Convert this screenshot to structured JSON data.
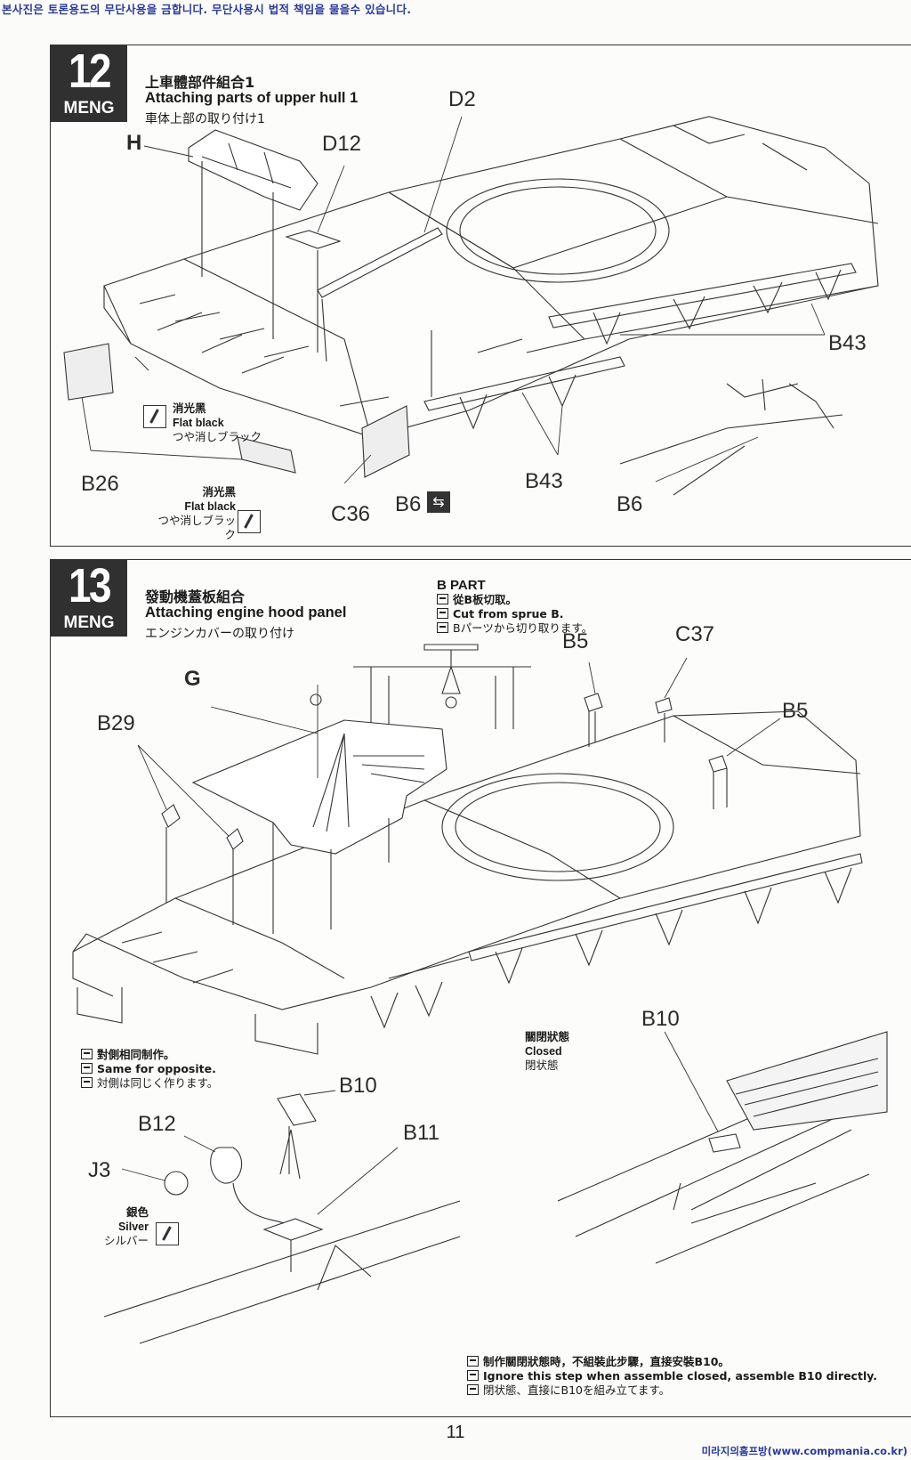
{
  "header_notice": "본사진은 토론용도의 무단사용을 금합니다. 무단사용시 법적 책임을 물을수 있습니다.",
  "step12": {
    "number": "12",
    "brand": "MENG",
    "title_cn": "上車體部件組合1",
    "title_en": "Attaching parts of upper hull 1",
    "title_jp": "車体上部の取り付け1",
    "labels": {
      "H": "H",
      "D12": "D12",
      "D2": "D2",
      "B43a": "B43",
      "B43b": "B43",
      "B26": "B26",
      "C36": "C36",
      "B6a": "B6",
      "B6b": "B6"
    },
    "paint1": {
      "cn": "消光黑",
      "en": "Flat black",
      "jp": "つや消しブラック"
    },
    "paint2": {
      "cn": "消光黑",
      "en": "Flat black",
      "jp": "つや消しブラック"
    }
  },
  "step13": {
    "number": "13",
    "brand": "MENG",
    "title_cn": "發動機蓋板組合",
    "title_en": "Attaching engine hood panel",
    "title_jp": "エンジンカバーの取り付け",
    "b_part": {
      "title": "B PART",
      "cn": "從B板切取。",
      "en": "Cut from sprue B.",
      "jp": "Bパーツから切り取ります。"
    },
    "labels": {
      "G": "G",
      "B29": "B29",
      "B5a": "B5",
      "C37": "C37",
      "B5b": "B5",
      "B10a": "B10",
      "B10b": "B10",
      "B12": "B12",
      "B11": "B11",
      "J3": "J3"
    },
    "opposite": {
      "cn": "對側相同制作。",
      "en": "Same for opposite.",
      "jp": "対側は同じく作ります。"
    },
    "closed": {
      "cn": "關閉狀態",
      "en": "Closed",
      "jp": "閉状態"
    },
    "silver": {
      "cn": "銀色",
      "en": "Silver",
      "jp": "シルバー"
    },
    "ignore": {
      "cn": "制作關閉狀態時，不組裝此步驟，直接安裝B10。",
      "en": "Ignore this step when assemble closed, assemble B10 directly.",
      "jp": "閉状態、直接にB10を組み立てます。"
    }
  },
  "page_number": "11",
  "footer": "미라지의홈프방(www.compmania.co.kr)"
}
